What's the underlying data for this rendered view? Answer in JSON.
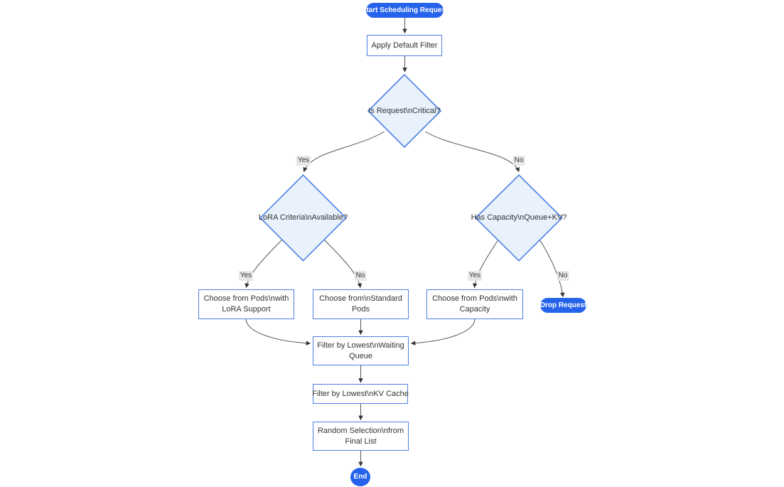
{
  "flowchart": {
    "colors": {
      "background": "#ffffff",
      "terminal_fill": "#2563eb",
      "terminal_text": "#ffffff",
      "process_fill": "#ffffff",
      "process_border": "#4d7fe3",
      "decision_fill": "#e8f1fc",
      "decision_border": "#4d7fe3",
      "node_text": "#333333",
      "edge_line": "#555555",
      "edge_label_bg": "#e8e8e8"
    },
    "nodes": {
      "start": {
        "label": "Start Scheduling Request",
        "type": "terminal"
      },
      "apply_default_filter": {
        "label": "Apply Default Filter",
        "type": "process"
      },
      "is_request_critical": {
        "label": "Is Request\\nCritical?",
        "type": "decision"
      },
      "lora_criteria_available": {
        "label": "LoRA Criteria\\nAvailable?",
        "type": "decision"
      },
      "has_capacity_queue_kv": {
        "label": "Has Capacity\\nQueue+KV?",
        "type": "decision"
      },
      "choose_pods_lora": {
        "label": "Choose from Pods\\nwith LoRA Support",
        "type": "process"
      },
      "choose_standard_pods": {
        "label": "Choose from\\nStandard Pods",
        "type": "process"
      },
      "choose_pods_capacity": {
        "label": "Choose from Pods\\nwith Capacity",
        "type": "process"
      },
      "drop_request": {
        "label": "Drop Request",
        "type": "terminal"
      },
      "filter_waiting_queue": {
        "label": "Filter by Lowest\\nWaiting Queue",
        "type": "process"
      },
      "filter_kv_cache": {
        "label": "Filter by Lowest\\nKV Cache",
        "type": "process"
      },
      "random_selection": {
        "label": "Random Selection\\nfrom Final List",
        "type": "process"
      },
      "end": {
        "label": "End",
        "type": "terminal"
      }
    },
    "edge_labels": {
      "critical_yes": "Yes",
      "critical_no": "No",
      "lora_yes": "Yes",
      "lora_no": "No",
      "capacity_yes": "Yes",
      "capacity_no": "No"
    }
  }
}
